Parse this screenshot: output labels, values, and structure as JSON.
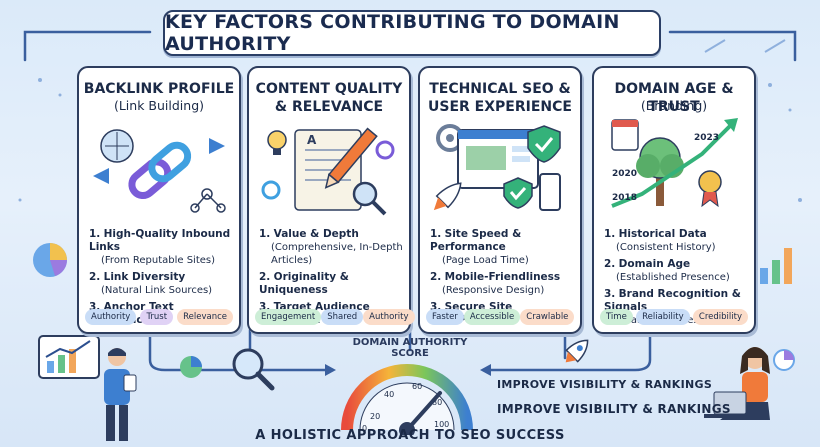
{
  "title": "KEY FACTORS CONTRIBUTING TO DOMAIN AUTHORITY",
  "cards": [
    {
      "title": "BACKLINK PROFILE",
      "subtitle": "(Link Building)",
      "items": [
        {
          "num": "1.",
          "head": "High-Quality Inbound Links",
          "desc": "(From Reputable Sites)"
        },
        {
          "num": "2.",
          "head": "Link Diversity",
          "desc": "(Natural Link Sources)"
        },
        {
          "num": "3.",
          "head": "Anchor Text Relevance",
          "desc": ""
        }
      ],
      "badges": [
        "Authority",
        "Trust",
        "Relevance"
      ]
    },
    {
      "title": "CONTENT QUALITY\n& RELEVANCE",
      "subtitle": "",
      "items": [
        {
          "num": "1.",
          "head": "Value & Depth",
          "desc": "(Comprehensive, In-Depth Articles)"
        },
        {
          "num": "2.",
          "head": "Originality & Uniqueness",
          "desc": ""
        },
        {
          "num": "3.",
          "head": "Target Audience Alignment",
          "desc": ""
        }
      ],
      "badges": [
        "Engagement",
        "Shared",
        "Authority"
      ]
    },
    {
      "title": "TECHNICAL SEO &\nUSER EXPERIENCE",
      "subtitle": "",
      "items": [
        {
          "num": "1.",
          "head": "Site Speed & Performance",
          "desc": "(Page Load Time)"
        },
        {
          "num": "2.",
          "head": "Mobile-Friendliness",
          "desc": "(Responsive Design)"
        },
        {
          "num": "3.",
          "head": "Secure Site (HTTPS/SSL)",
          "desc": ""
        }
      ],
      "badges": [
        "Faster",
        "Accessible",
        "Crawlable"
      ]
    },
    {
      "title": "DOMAIN AGE & TRUST",
      "subtitle": "(Branding)",
      "items": [
        {
          "num": "1.",
          "head": "Historical Data",
          "desc": "(Consistent History)"
        },
        {
          "num": "2.",
          "head": "Domain Age",
          "desc": "(Established Presence)"
        },
        {
          "num": "3.",
          "head": "Brand Recognition & Signals",
          "desc": "(Brand Searches)"
        }
      ],
      "badges": [
        "Time",
        "Reliability",
        "Credibility"
      ]
    }
  ],
  "years": [
    "2023",
    "2020",
    "2018"
  ],
  "gauge": {
    "label": "DOMAIN AUTHORITY SCORE",
    "ticks": [
      "0",
      "20",
      "40",
      "60",
      "80",
      "100"
    ]
  },
  "improve": [
    "IMPROVE VISIBILITY & RANKINGS",
    "IMPROVE VISIBILITY & RANKINGS"
  ],
  "footer": "A HOLISTIC APPROACH TO SEO SUCCESS",
  "colors": {
    "badge_blue": "#c9ddf7",
    "badge_purple": "#e0d2f5",
    "badge_orange": "#fbdcc9",
    "badge_green": "#cdeed7",
    "accent": "#2c4f8f"
  }
}
